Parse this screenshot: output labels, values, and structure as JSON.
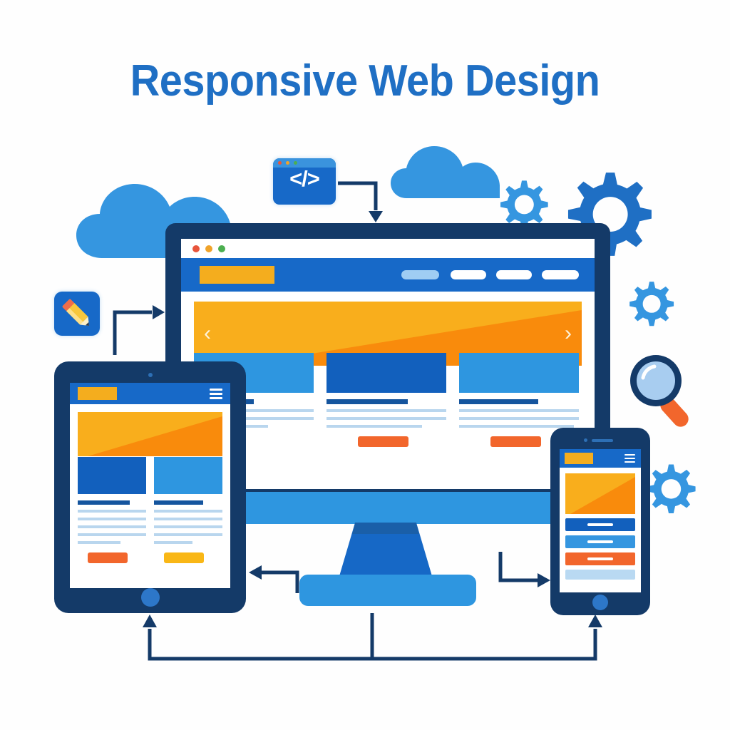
{
  "page": {
    "title": "Responsive Web Design",
    "background": "#fefefe",
    "title_color": "#1f6fc4"
  },
  "palette": {
    "navy": "#143a68",
    "blue": "#1769c8",
    "light_blue": "#3596e0",
    "pale_blue": "#9fcdf3",
    "text_line": "#b9d6ee",
    "yellow": "#f9ae1c",
    "orange": "#f98b0c",
    "orange_red": "#f2662c",
    "gold": "#f4ad1e",
    "arrow": "#143a68"
  },
  "icons": {
    "code_icon": {
      "name": "code-icon",
      "glyph": "</>",
      "dots": [
        "#e8553c",
        "#f0a32a",
        "#4caf50"
      ]
    },
    "pencil_icon": {
      "name": "pencil-icon"
    },
    "magnifier_icon": {
      "name": "magnifier-icon"
    },
    "gears": [
      {
        "name": "gear-large",
        "color": "#1f6fc4",
        "size": 128
      },
      {
        "name": "gear-small-top",
        "color": "#3596e0",
        "size": 72
      },
      {
        "name": "gear-small-mid",
        "color": "#3596e0",
        "size": 74
      },
      {
        "name": "gear-small-right",
        "color": "#3596e0",
        "size": 82
      }
    ],
    "clouds": [
      {
        "name": "cloud-left",
        "color": "#3596e0"
      },
      {
        "name": "cloud-top",
        "color": "#3596e0"
      }
    ]
  },
  "monitor": {
    "label": "desktop-monitor",
    "browser": {
      "dots": [
        "#e8553c",
        "#f0a32a",
        "#4caf50"
      ]
    },
    "navbar": {
      "logo_color": "#f4ad1e",
      "nav_items": [
        {
          "label": "",
          "active": true,
          "width": 50
        },
        {
          "label": "",
          "active": false,
          "width": 50
        },
        {
          "label": "",
          "active": false,
          "width": 50
        },
        {
          "label": "",
          "active": false,
          "width": 50
        }
      ]
    },
    "hero": {
      "prev_arrow": "‹",
      "next_arrow": "›",
      "color_top": "#f9ae1c",
      "color_bottom": "#f98b0c"
    },
    "cards": [
      {
        "thumb_color": "#2e96e0",
        "button_color": "#f9b716",
        "lines": [
          96,
          96,
          60
        ]
      },
      {
        "thumb_color": "#1260bd",
        "button_color": "#f2662c",
        "lines": [
          96,
          96,
          74
        ]
      },
      {
        "thumb_color": "#2e96e0",
        "button_color": "#f2662c",
        "lines": [
          96,
          96,
          88
        ]
      }
    ]
  },
  "tablet": {
    "label": "tablet-device",
    "navbar": {
      "logo_color": "#f4ad1e",
      "menu_icon": "hamburger-icon"
    },
    "hero": {
      "color_top": "#f9ae1c",
      "color_bottom": "#f98b0c"
    },
    "cards": [
      {
        "thumb_color": "#1260bd",
        "button_color": "#f2662c"
      },
      {
        "thumb_color": "#2e96e0",
        "button_color": "#f9b716"
      }
    ]
  },
  "phone": {
    "label": "phone-device",
    "navbar": {
      "logo_color": "#f4ad1e",
      "menu_icon": "hamburger-icon"
    },
    "hero": {
      "color_top": "#f9ae1c",
      "color_bottom": "#f98b0c"
    },
    "rows": [
      {
        "color": "#1260bd"
      },
      {
        "color": "#3596e0"
      },
      {
        "color": "#f2662c"
      },
      {
        "color": "#b9d9f2"
      }
    ]
  },
  "connectors": [
    {
      "name": "arrow-code-to-monitor",
      "direction": "down"
    },
    {
      "name": "arrow-pencil-to-monitor",
      "direction": "right"
    },
    {
      "name": "arrow-monitor-to-tablet",
      "direction": "left"
    },
    {
      "name": "arrow-monitor-to-phone",
      "direction": "right"
    },
    {
      "name": "arrow-bottom-to-tablet",
      "direction": "up"
    },
    {
      "name": "arrow-bottom-to-phone",
      "direction": "up"
    }
  ]
}
